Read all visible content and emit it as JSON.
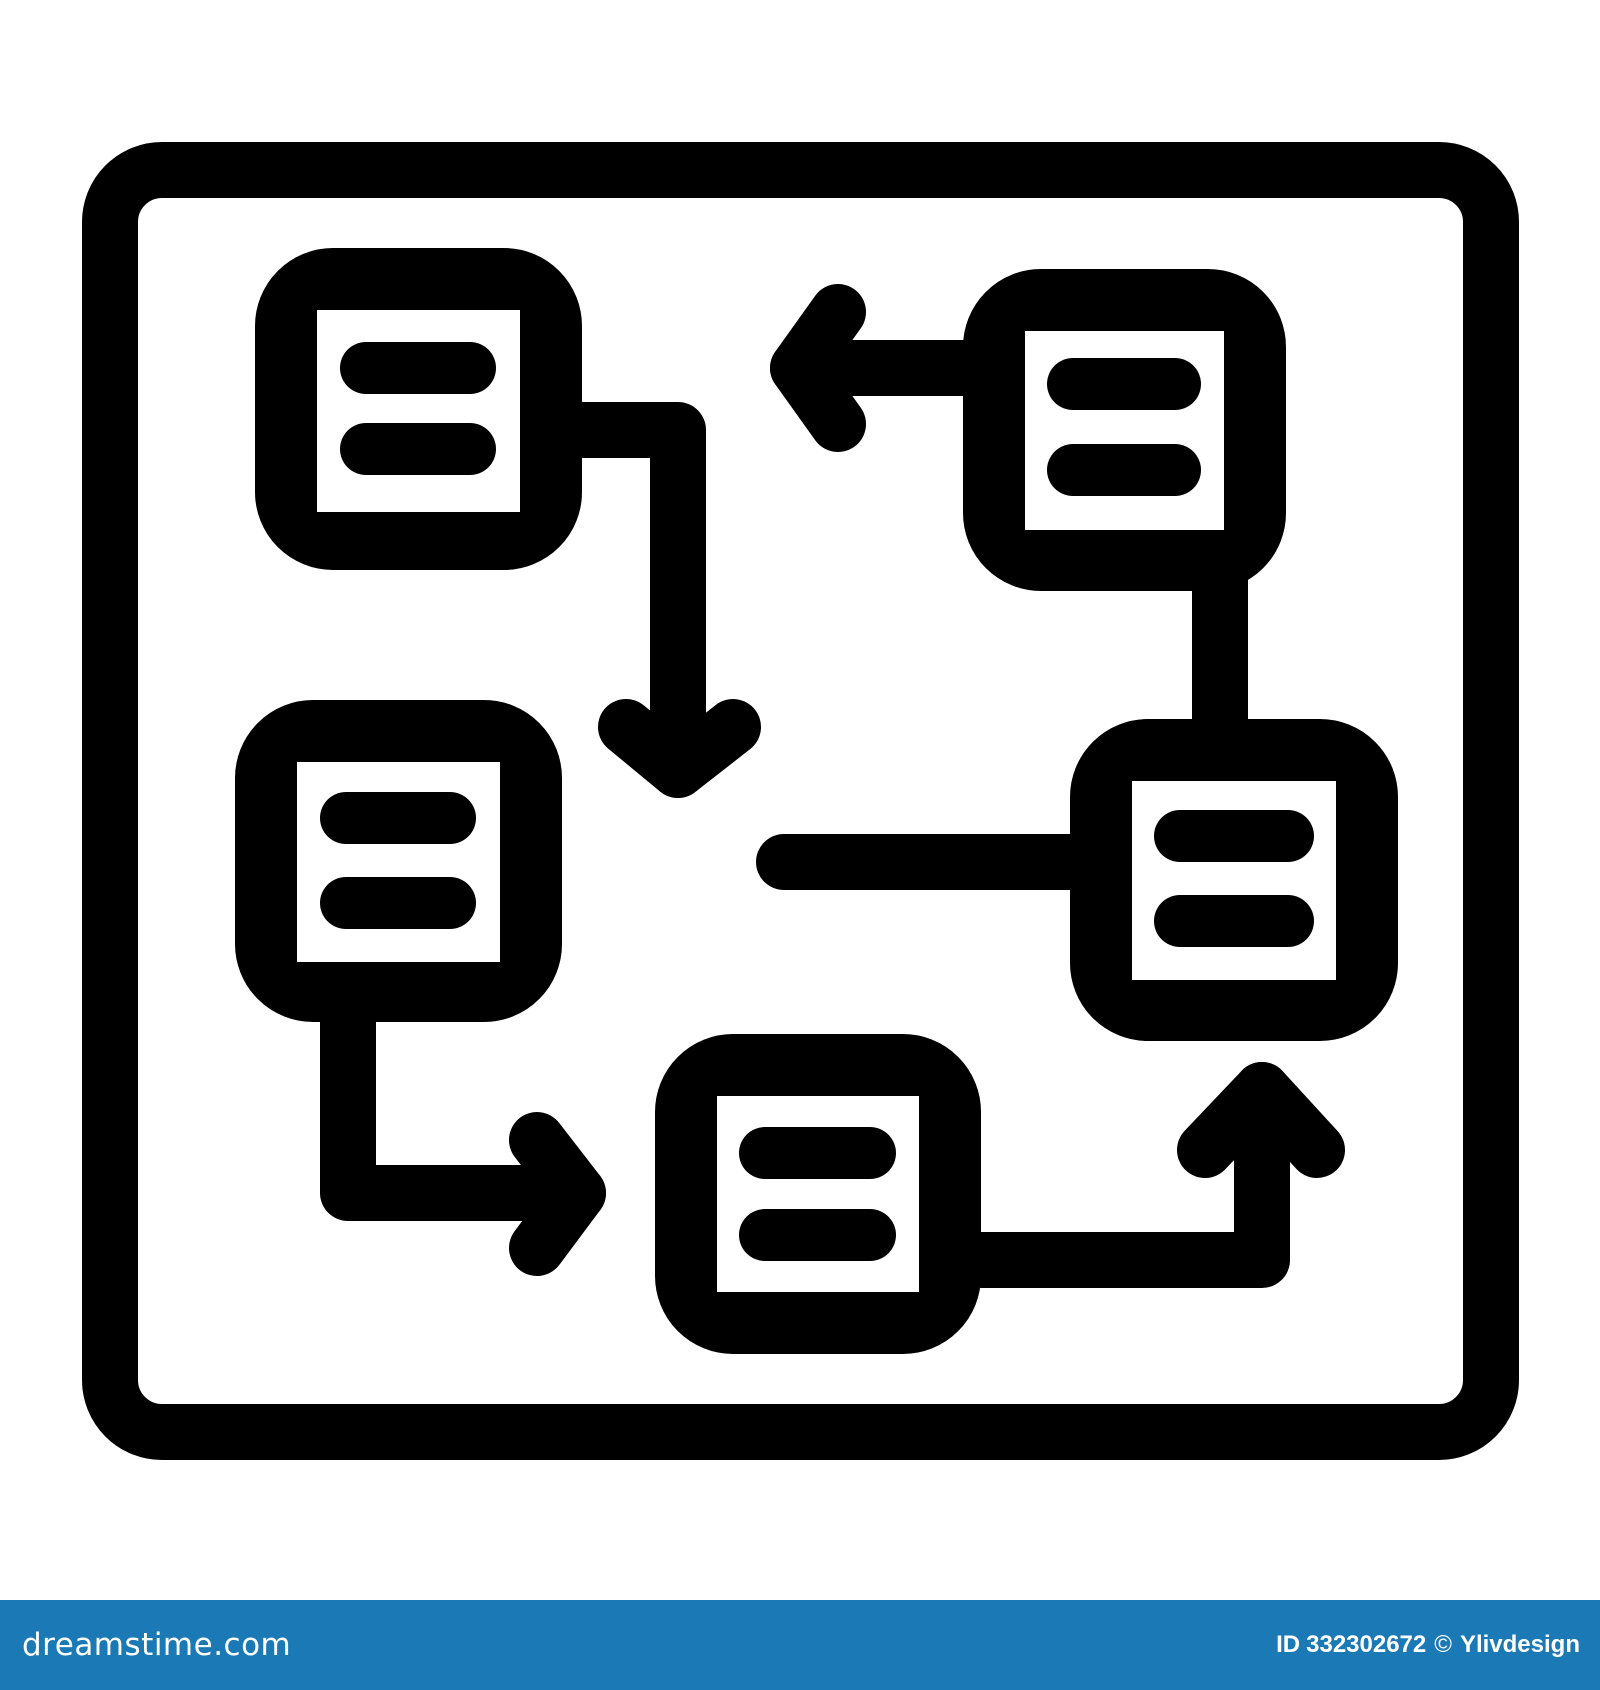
{
  "footer": {
    "brand": "dreamstime.com",
    "id_label": "ID",
    "id_value": "332302672",
    "copyright_symbol": "©",
    "author": "Ylivdesign",
    "background_color": "#1b7ab5"
  },
  "icon": {
    "name": "workflow-diagram-icon",
    "stroke_color": "#000000",
    "background_color": "#ffffff"
  }
}
